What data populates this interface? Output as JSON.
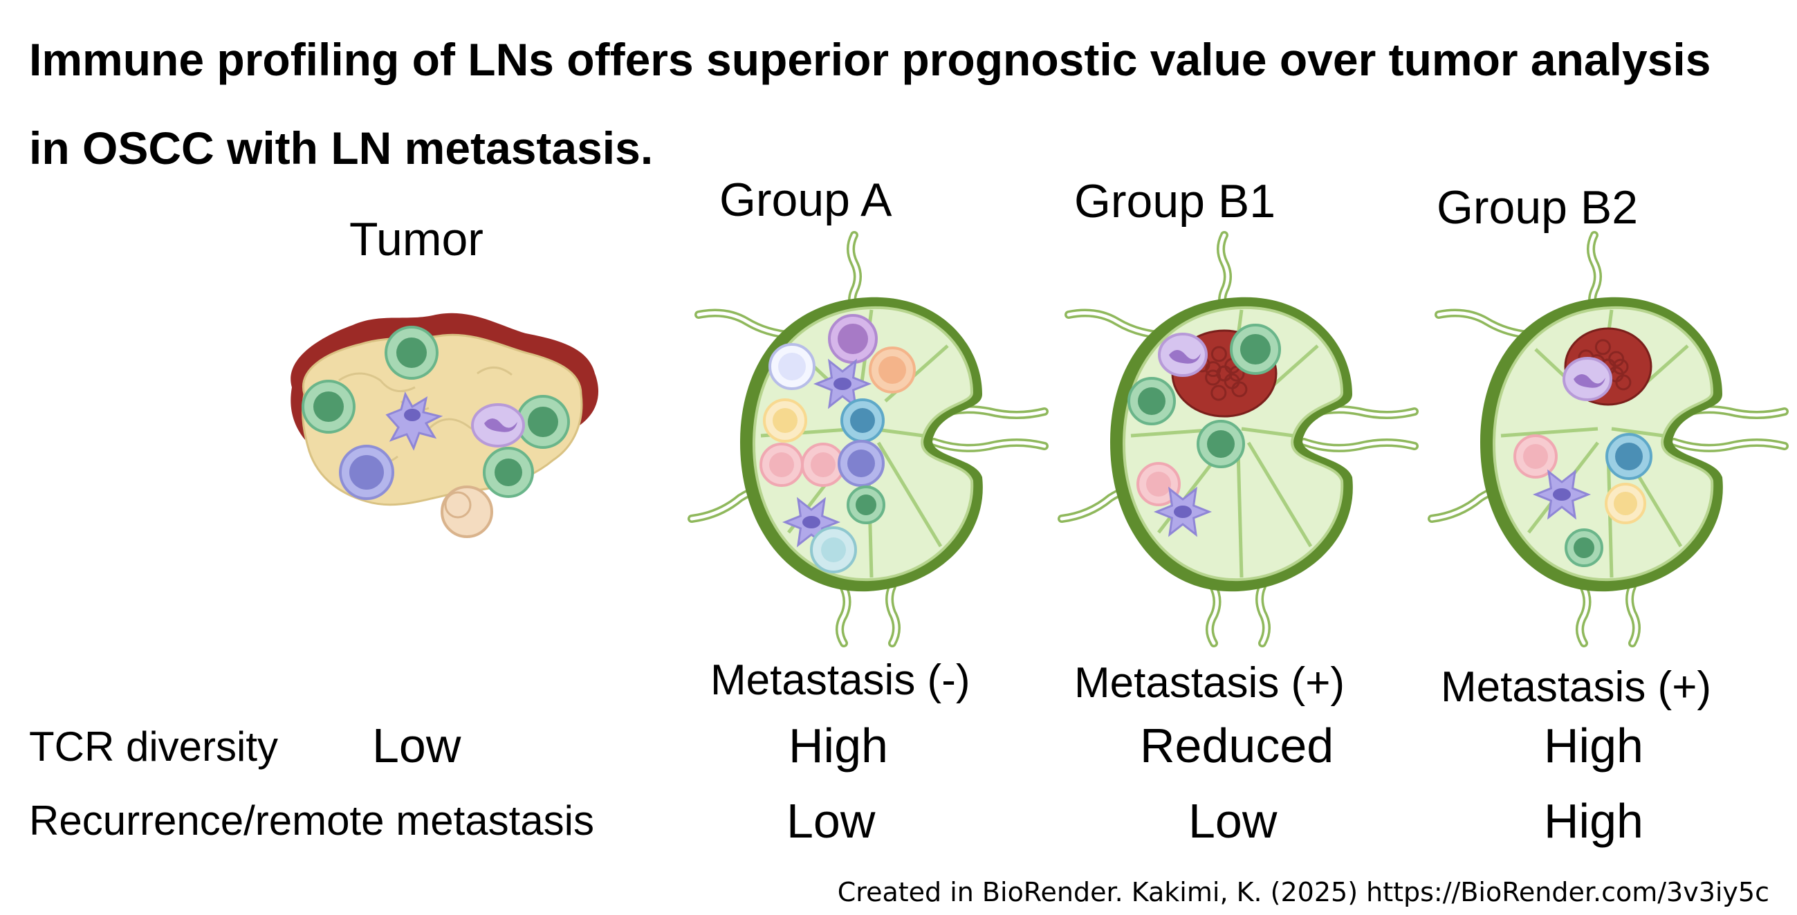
{
  "title": "Immune profiling of LNs offers superior prognostic value over tumor analysis in OSCC with LN metastasis.",
  "columns": {
    "tumor": {
      "title": "Tumor",
      "tcr": "Low"
    },
    "group_a": {
      "title": "Group A",
      "status": "Metastasis (-)",
      "tcr": "High",
      "recurrence": "Low"
    },
    "group_b1": {
      "title": "Group B1",
      "status": "Metastasis (+)",
      "tcr": "Reduced",
      "recurrence": "Low"
    },
    "group_b2": {
      "title": "Group B2",
      "status": "Metastasis (+)",
      "tcr": "High",
      "recurrence": "High"
    }
  },
  "rows": {
    "tcr_label": "TCR diversity",
    "recurrence_label": "Recurrence/remote metastasis"
  },
  "credit": "Created in BioRender. Kakimi, K. (2025) https://BioRender.com/3v3iy5c",
  "colors": {
    "ln_outer": "#5f8d2e",
    "ln_fill": "#e3f2cf",
    "ln_vessel": "#8fb85c",
    "tumor_mass": "#f0dca6",
    "tumor_edge": "#9c2a26",
    "metastasis": "#a8322c",
    "t_cell": "#6ab58a",
    "b_cell": "#8d8ed6",
    "dendritic": "#8f86d6",
    "macrophage": "#b79ad8",
    "pink_cell": "#f0a8b2",
    "orange_cell": "#f4b48a",
    "yellow_cell": "#f8d990",
    "blue_cell": "#5ea8c8"
  }
}
